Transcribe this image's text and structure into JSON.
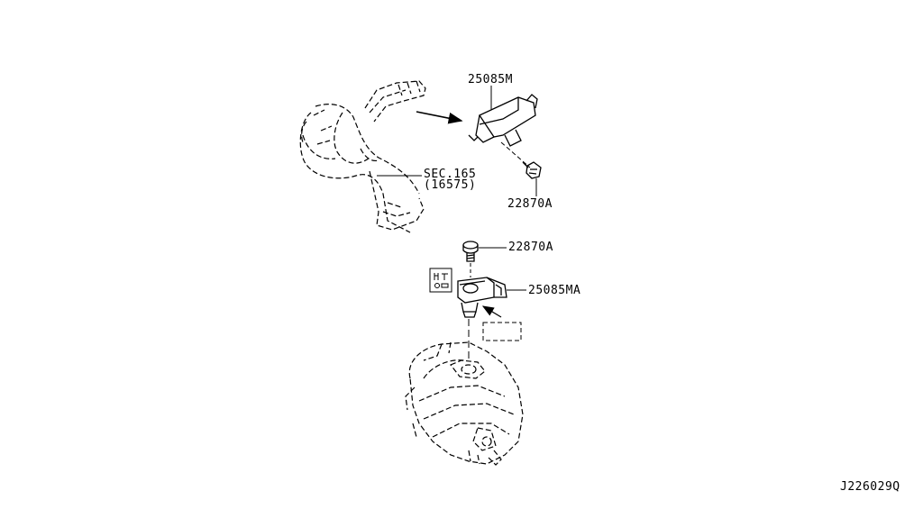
{
  "labels": {
    "part_25085M": "25085M",
    "part_22870A_top": "22870A",
    "part_22870A_mid": "22870A",
    "part_25085MA": "25085MA",
    "sec_ref": "SEC.165",
    "sec_sub": "(16575)",
    "diagram_code": "J226029Q"
  }
}
